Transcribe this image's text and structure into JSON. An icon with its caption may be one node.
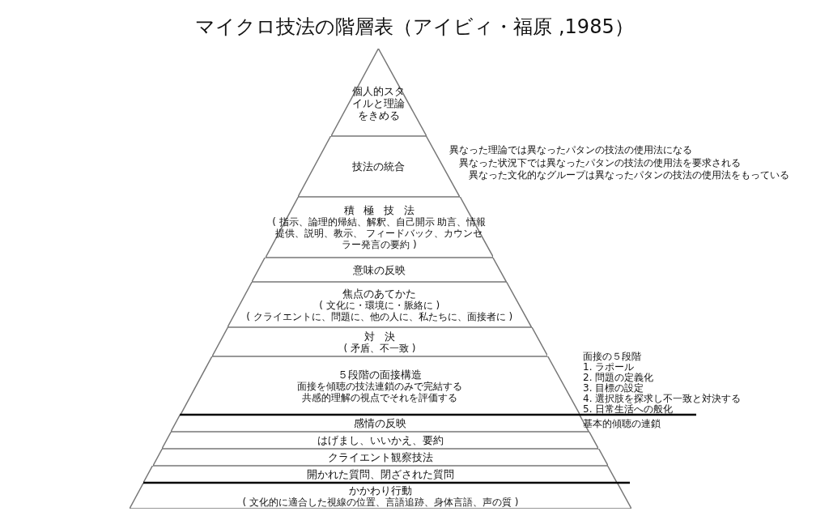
{
  "diagram": {
    "title": "マイクロ技法の階層表（アイビィ・福原 ,1985）",
    "nodes": [
      {
        "text": [
          "個人的スタイルと理論をきめる"
        ]
      },
      {
        "text": [
          "技法の統合"
        ],
        "beside": [
          "異なった理論では異なったパタンの技法の使用法になる",
          "異なった状況下では異なったパタンの技法の使用法を要求される",
          "異なった文化的なグループは異なったパタンの技法の使用法をもっている"
        ]
      },
      {
        "text": [
          "積極技法",
          "( 指示、論理的帰結、解釈、自己開示 助言、情報提供、説明、教示、 フィードバック、カウンセラー発言の要約 )"
        ]
      },
      {
        "text": [
          "意味の反映"
        ]
      },
      {
        "text": [
          "焦点のあてかた",
          "( 文化に・環境に・脈絡に )",
          "( クライエントに、問題に、他の人に、私たちに、面接者に )"
        ]
      },
      {
        "text": [
          "対決",
          "( 矛盾、不一致 )"
        ]
      },
      {
        "text": [
          "５段階の面接構造",
          "面接を傾聴の技法連鎖のみで完結する",
          "共感的理解の視点でそれを評価する"
        ]
      },
      {
        "text": [
          "感情の反映"
        ]
      },
      {
        "text": [
          "はげまし、いいかえ、要約"
        ]
      },
      {
        "text": [
          "クライエント観察技法"
        ]
      },
      {
        "text": [
          "開かれた質問、閉ざされた質問"
        ]
      },
      {
        "text": [
          "かかわり行動",
          "( 文化的に適合した視線の位置、言語追跡、身体言語、声の質 )"
        ]
      }
    ],
    "labels": [
      "面接の５段階",
      "1. ラポール",
      "2. 問題の定義化",
      "3. 目標の設定",
      "4. 選択肢を探求し不一致と対決する",
      "5. 日常生活への般化",
      "基本的傾聴の連鎖"
    ]
  }
}
